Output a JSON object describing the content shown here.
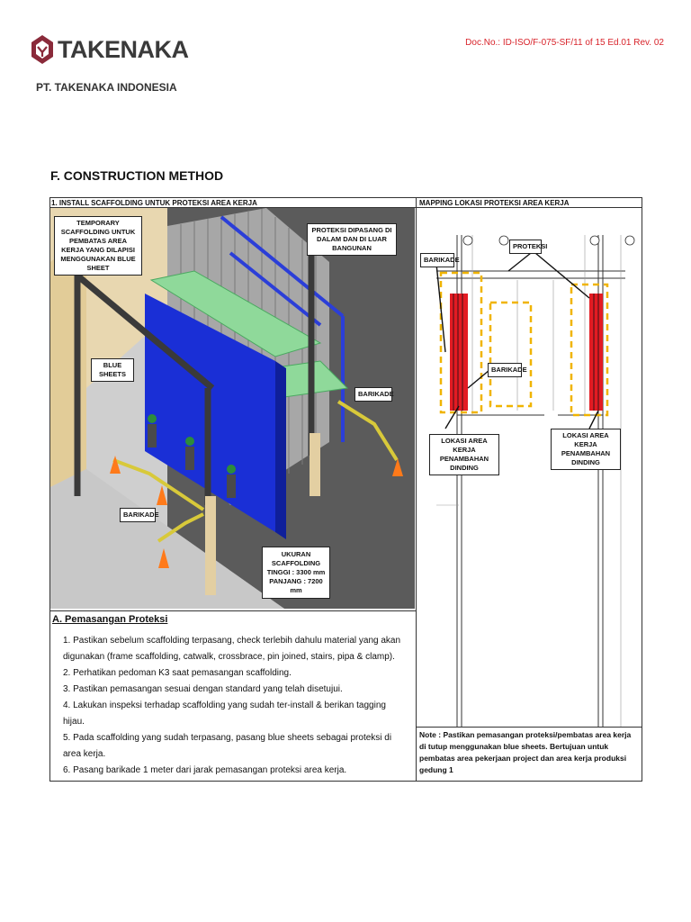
{
  "header": {
    "brand": "TAKENAKA",
    "company": "PT. TAKENAKA INDONESIA",
    "doc_no": "Doc.No.: ID-ISO/F-075-SF/11 of 15 Ed.01 Rev. 02"
  },
  "section_title": "F. CONSTRUCTION METHOD",
  "left_panel": {
    "title": "1. INSTALL SCAFFOLDING UNTUK PROTEKSI AREA KERJA",
    "callouts": {
      "temp_scaffold": "TEMPORARY SCAFFOLDING UNTUK PEMBATAS AREA KERJA YANG DILAPISI MENGGUNAKAN BLUE SHEET",
      "proteksi": "PROTEKSI DIPASANG DI DALAM DAN DI LUAR BANGUNAN",
      "blue_sheets": "BLUE SHEETS",
      "barikade_right": "BARIKADE",
      "barikade_left": "BARIKADE",
      "ukuran_title": "UKURAN SCAFFOLDING",
      "ukuran_tinggi": "TINGGI : 3300 mm",
      "ukuran_panjang": "PANJANG : 7200 mm"
    }
  },
  "right_panel": {
    "title": "MAPPING LOKASI PROTEKSI AREA KERJA",
    "callouts": {
      "proteksi": "PROTEKSI",
      "barikade_top": "BARIKADE",
      "barikade_mid": "BARIKADE",
      "lokasi_left": "LOKASI AREA KERJA PENAMBAHAN DINDING",
      "lokasi_right": "LOKASI AREA KERJA PENAMBAHAN DINDING"
    },
    "note": "Note : Pastikan pemasangan proteksi/pembatas area kerja di tutup menggunakan blue sheets. Bertujuan untuk pembatas area pekerjaan project dan area kerja produksi gedung 1"
  },
  "section_a": {
    "title": "A. Pemasangan Proteksi",
    "steps": [
      "1. Pastikan sebelum scaffolding terpasang, check terlebih dahulu material yang akan digunakan (frame scaffolding, catwalk, crossbrace, pin joined, stairs, pipa & clamp).",
      "2. Perhatikan pedoman K3 saat pemasangan scaffolding.",
      "3. Pastikan pemasangan sesuai dengan standard yang telah disetujui.",
      "4. Lakukan inspeksi terhadap scaffolding yang sudah ter-install & berikan tagging hijau.",
      "5. Pada scaffolding yang sudah terpasang, pasang blue sheets sebagai proteksi di area kerja.",
      "6. Pasang barikade 1 meter dari jarak pemasangan proteksi area kerja."
    ]
  },
  "colors": {
    "brand_red": "#d8232a",
    "blue_sheet": "#1a2fd6",
    "scaffold_green": "#8fd99a",
    "barricade_yellow": "#d8c93a",
    "logo_maroon": "#8a2a3a"
  }
}
